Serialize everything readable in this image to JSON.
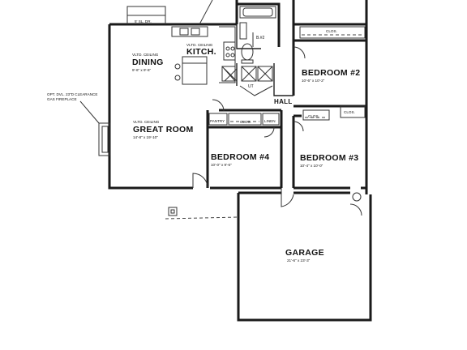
{
  "labels": {
    "slider": "5' SL. DR.",
    "dining_note": "VLTD. CEILING",
    "dining": "DINING",
    "dining_dim": "9'-6\" x 9'-6\"",
    "kitchen_note": "VLTD. CEILING",
    "kitchen": "KITCH.",
    "bath2": "B.#2",
    "ut": "UT",
    "hall": "HALL",
    "fireplace_note1": "OPT. DVL. 23\"D CLEARANCE",
    "fireplace_note2": "GAS FIREPLACE",
    "great_note": "VLTD. CEILING",
    "great_room": "GREAT ROOM",
    "great_dim": "14'-8\" x 19'-10\"",
    "pantry": "PANTRY",
    "clos_a": "CLOS.",
    "linen": "LINEN",
    "clos_b": "CLOS.",
    "clos_c": "CLOS.",
    "clos_d": "CLOS.",
    "bedroom2": "BEDROOM #2",
    "bedroom2_dim": "10'-6\" x 10'-2\"",
    "bedroom3": "BEDROOM #3",
    "bedroom3_dim": "10'-4\" x 10'-0\"",
    "bedroom4": "BEDROOM #4",
    "bedroom4_dim": "10'-0\" x 9'-6\"",
    "garage": "GARAGE",
    "garage_dim": "21'-6\" x 23'-3\""
  }
}
